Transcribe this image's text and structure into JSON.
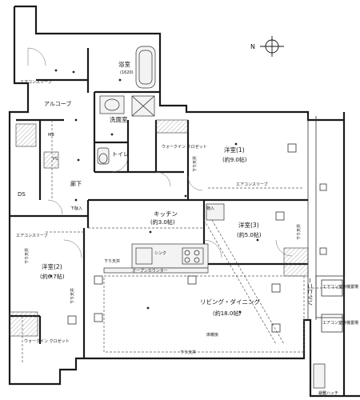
{
  "compass": {
    "label": "N"
  },
  "rooms": {
    "bathroom": {
      "name": "浴室",
      "size": "(1620)"
    },
    "washroom": {
      "name": "洗面室"
    },
    "toilet": {
      "name": "トイレ"
    },
    "alcove": {
      "name": "アルコーブ"
    },
    "hallway": {
      "name": "廊下"
    },
    "western1": {
      "name": "洋室(1)",
      "size": "(約9.0帖)"
    },
    "western2": {
      "name": "洋室(2)",
      "size": "(約6.7帖)"
    },
    "western3": {
      "name": "洋室(3)",
      "size": "(約5.0帖)"
    },
    "kitchen": {
      "name": "キッチン",
      "size": "(約3.0帖)"
    },
    "living": {
      "name": "リビング・ダイニング",
      "size": "(約18.0帖)"
    },
    "balcony": {
      "name": "バルコニー"
    }
  },
  "small_labels": {
    "mb": "MB",
    "ps": "PS",
    "ds": "DS",
    "shoes": "下駄入",
    "walkin_closet_1": "ウォークイン クロゼット",
    "walkin_closet_2": "ウォークイン クロゼット",
    "counter": "オープンカウンター",
    "sink": "シンク",
    "storage": "物入",
    "aircon_sleeve_1": "エアコンスリーブ",
    "aircon_sleeve_2": "エアコンスリーブ",
    "aircon_sleeve_3": "エアコンスリーブ",
    "ceiling_1": "下り天井",
    "ceiling_2": "下り天井",
    "ceiling_3": "下り天井",
    "ceiling_4": "下り天井",
    "ceiling_5": "下り天井",
    "ceiling_6": "下り天井",
    "outdoor_unit_1": "エアコン室外機置場",
    "outdoor_unit_2": "エアコン室外機置場",
    "emergency": "避難ハッチ",
    "floor_heating": "床暖房"
  }
}
